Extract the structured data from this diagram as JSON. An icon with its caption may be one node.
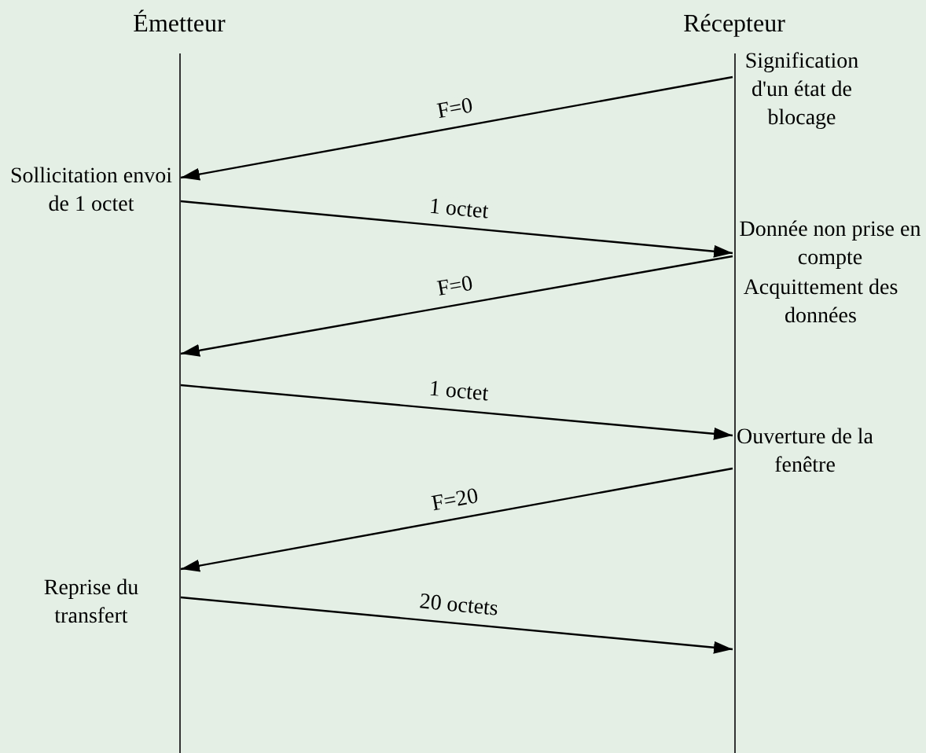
{
  "diagram": {
    "nodes": [
      {
        "text": [
          "Émetteur"
        ]
      },
      {
        "text": [
          "Récepteur"
        ]
      }
    ],
    "edges": [
      {
        "from": 1,
        "to": 0,
        "arrow": "to",
        "label": "F=0"
      },
      {
        "from": 0,
        "to": 1,
        "arrow": "to",
        "label": "1 octet"
      },
      {
        "from": 1,
        "to": 0,
        "arrow": "to",
        "label": "F=0"
      },
      {
        "from": 0,
        "to": 1,
        "arrow": "to",
        "label": "1 octet"
      },
      {
        "from": 1,
        "to": 0,
        "arrow": "to",
        "label": "F=20"
      },
      {
        "from": 0,
        "to": 1,
        "arrow": "to",
        "label": "20 octets"
      }
    ],
    "labels": [
      "Signification d'un état de blocage",
      "Sollicitation envoi de 1 octet",
      "Donnée non prise en compte",
      "Acquittement des données",
      "Ouverture de la fenêtre",
      "Reprise du transfert"
    ]
  }
}
